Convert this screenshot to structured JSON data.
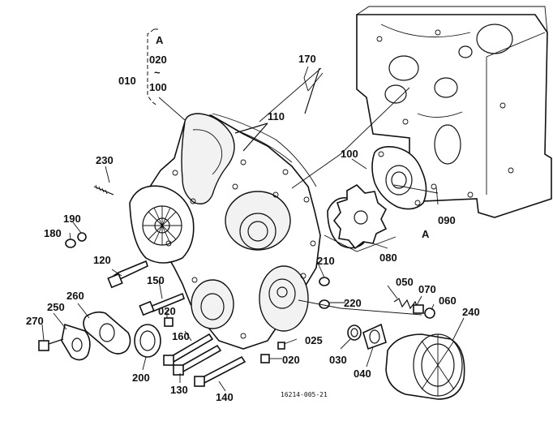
{
  "ref_label_a": "A",
  "ref_label_a_engine": "A",
  "range_start": "020",
  "range_tilde": "~",
  "range_end": "100",
  "drawing_number": "16214-005-21",
  "callouts": [
    {
      "id": "c010",
      "text": "010"
    },
    {
      "id": "c170",
      "text": "170"
    },
    {
      "id": "c110",
      "text": "110"
    },
    {
      "id": "c230",
      "text": "230"
    },
    {
      "id": "c100",
      "text": "100"
    },
    {
      "id": "c090",
      "text": "090"
    },
    {
      "id": "c190",
      "text": "190"
    },
    {
      "id": "c180",
      "text": "180"
    },
    {
      "id": "c120",
      "text": "120"
    },
    {
      "id": "c080",
      "text": "080"
    },
    {
      "id": "c210",
      "text": "210"
    },
    {
      "id": "c150",
      "text": "150"
    },
    {
      "id": "c050",
      "text": "050"
    },
    {
      "id": "c070",
      "text": "070"
    },
    {
      "id": "c060",
      "text": "060"
    },
    {
      "id": "c240",
      "text": "240"
    },
    {
      "id": "c260",
      "text": "260"
    },
    {
      "id": "c250",
      "text": "250"
    },
    {
      "id": "c270",
      "text": "270"
    },
    {
      "id": "c020a",
      "text": "020"
    },
    {
      "id": "c220",
      "text": "220"
    },
    {
      "id": "c160",
      "text": "160"
    },
    {
      "id": "c025",
      "text": "025"
    },
    {
      "id": "c020b",
      "text": "020"
    },
    {
      "id": "c030",
      "text": "030"
    },
    {
      "id": "c040",
      "text": "040"
    },
    {
      "id": "c200",
      "text": "200"
    },
    {
      "id": "c130",
      "text": "130"
    },
    {
      "id": "c140",
      "text": "140"
    }
  ]
}
